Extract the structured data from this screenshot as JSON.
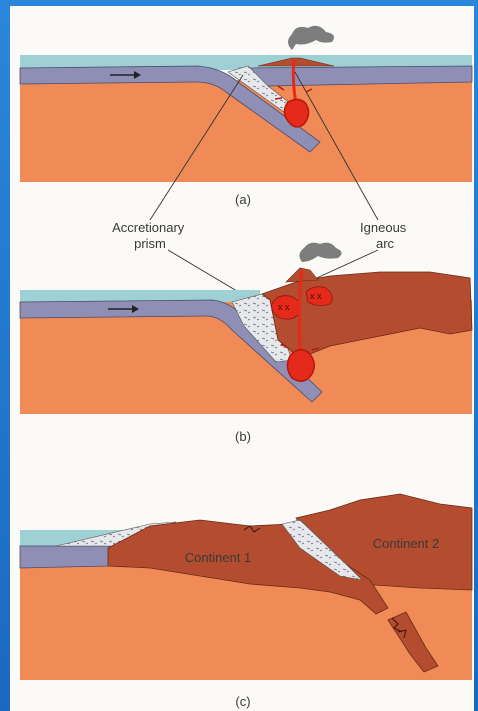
{
  "colors": {
    "frame": "#1f74c9",
    "page": "#fbfaf6",
    "water": "#9ed0d6",
    "mantle": "#f08a56",
    "oceanic_plate": "#8f8fb5",
    "continent": "#b44c30",
    "magma": "#e52a1c",
    "prism": "#e6e8ec"
  },
  "panels": {
    "a": {
      "caption": "(a)"
    },
    "b": {
      "caption": "(b)"
    },
    "c": {
      "caption": "(c)"
    }
  },
  "labels": {
    "accretionary_prism": [
      "Accretionary",
      "prism"
    ],
    "igneous_arc": [
      "Igneous",
      "arc"
    ],
    "continent_1": "Continent 1",
    "continent_2": "Continent 2"
  },
  "icons": [
    "plate-motion-arrow-icon",
    "volcano-smoke-icon",
    "magma-chamber-icon"
  ]
}
